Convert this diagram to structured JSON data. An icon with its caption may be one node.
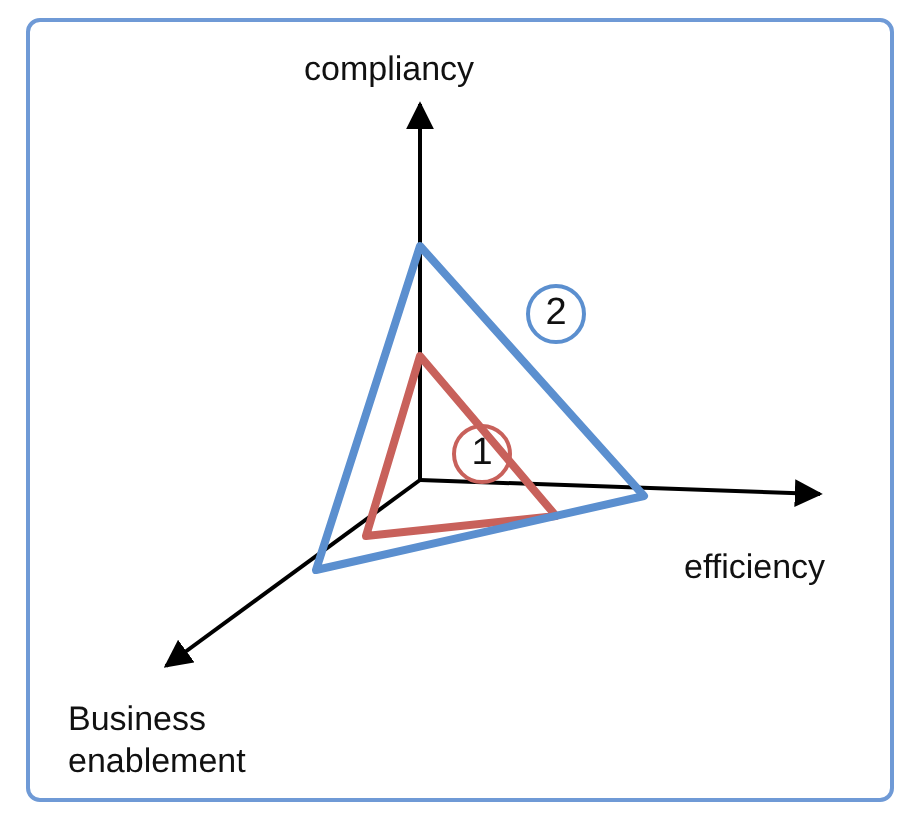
{
  "diagram": {
    "nodes": [
      {
        "text": [
          "1"
        ]
      },
      {
        "text": [
          "2"
        ]
      }
    ],
    "labels": [
      "compliancy",
      "efficiency",
      "Business enablement"
    ]
  }
}
